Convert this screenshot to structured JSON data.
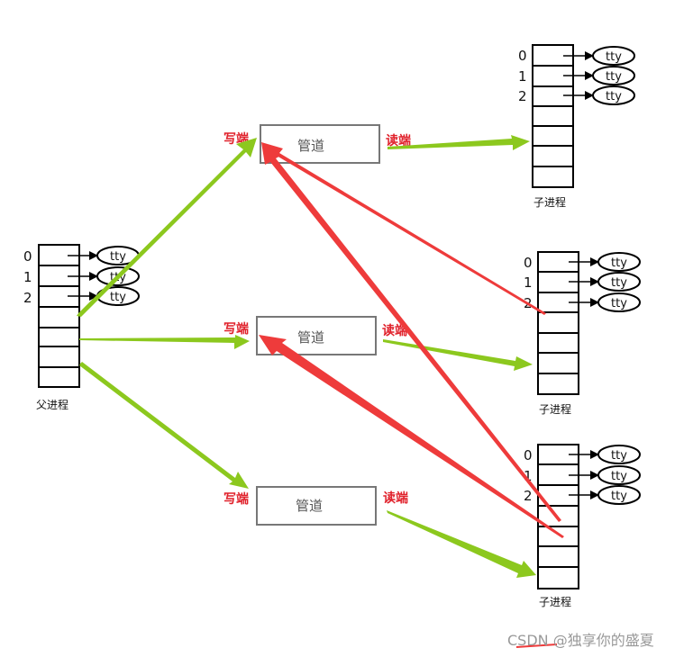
{
  "labels": {
    "parent": "父进程",
    "child": "子进程",
    "pipe": "管道",
    "write_end": "写端",
    "read_end": "读端",
    "tty": "tty",
    "fd0": "0",
    "fd1": "1",
    "fd2": "2"
  },
  "watermark": "CSDN @独享你的盛夏",
  "colors": {
    "green_arrow": "#8cc81e",
    "red_arrow": "#ee3b3b",
    "end_label": "#e0202a",
    "pipe_border": "#777777"
  }
}
